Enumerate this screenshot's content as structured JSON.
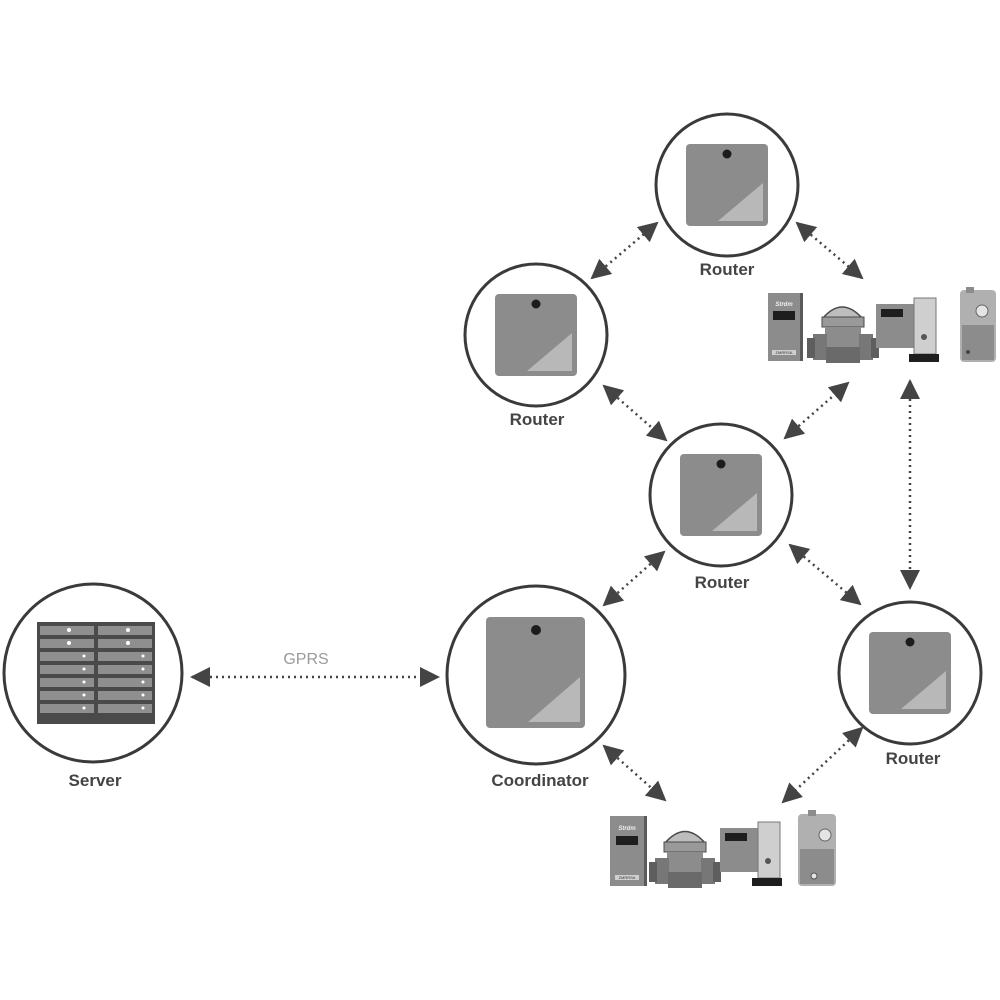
{
  "nodes": {
    "server": {
      "label": "Server"
    },
    "coordinator": {
      "label": "Coordinator"
    },
    "router_top": {
      "label": "Router"
    },
    "router_left": {
      "label": "Router"
    },
    "router_middle": {
      "label": "Router"
    },
    "router_right": {
      "label": "Router"
    }
  },
  "links": {
    "server_coordinator": {
      "label": "GPRS"
    }
  },
  "device_groups": {
    "upper": {
      "meter_brand": "Strdm",
      "meter_plate": "ZMRRSA"
    },
    "lower": {
      "meter_brand": "Strdm",
      "meter_plate": "ZMRRSA"
    }
  },
  "colors": {
    "node_ring": "#3a3a3a",
    "device_fill": "#8c8c8c",
    "device_highlight": "#b8b8b8",
    "link": "#444444",
    "label_text": "#444444",
    "link_label_text": "#9a9a9a"
  }
}
